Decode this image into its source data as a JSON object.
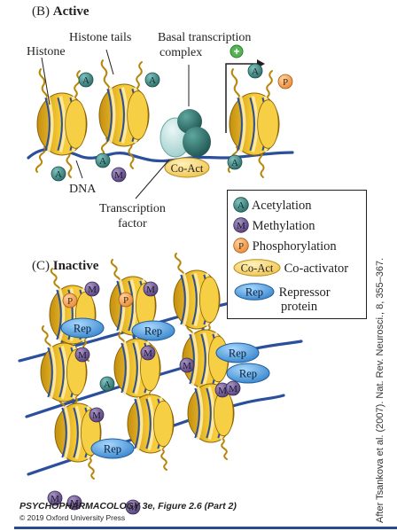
{
  "panel_b": {
    "title_prefix": "(B)",
    "title_word": "Active",
    "labels": {
      "histone": "Histone",
      "histone_tails": "Histone tails",
      "basal_complex_line1": "Basal transcription",
      "basal_complex_line2": "complex",
      "dna": "DNA",
      "transcription_factor_line1": "Transcription",
      "transcription_factor_line2": "factor",
      "coact_blob": "Co-Act",
      "plus_sign": "+"
    }
  },
  "panel_c": {
    "title_prefix": "(C)",
    "title_word": "Inactive",
    "rep_label": "Rep"
  },
  "marks": {
    "acetyl": "A",
    "methyl": "M",
    "phospho": "P"
  },
  "legend": {
    "acetylation": "Acetylation",
    "methylation": "Methylation",
    "phosphorylation": "Phosphorylation",
    "coact_chip": "Co-Act",
    "coactivator": "Co-activator",
    "rep_chip": "Rep",
    "repressor_line1": "Repressor",
    "repressor_line2": "protein"
  },
  "caption": {
    "line1": "PSYCHOPHARMACOLOGY 3e, Figure 2.6 (Part 2)",
    "line2": "© 2019 Oxford University Press"
  },
  "credit": "After Tsankova et al. (2007). Nat. Rev. Neurosci., 8, 355–367.",
  "colors": {
    "histone_yellow": "#f3c62b",
    "histone_dark": "#b88a12",
    "histone_band": "#fbe9a8",
    "dna_blue": "#2a4f9c",
    "acetyl_teal": "#3f8a8a",
    "methyl_purple": "#6a5690",
    "phospho_orange": "#f2a55d",
    "rep_blue": "#3a8fd6",
    "coact_yellow": "#f5d56b",
    "basal_teal": "#2f6f6a",
    "tf_light": "#b9dedd",
    "arrow_green": "#4aa84a",
    "caption_rule": "#2b4b8c"
  }
}
